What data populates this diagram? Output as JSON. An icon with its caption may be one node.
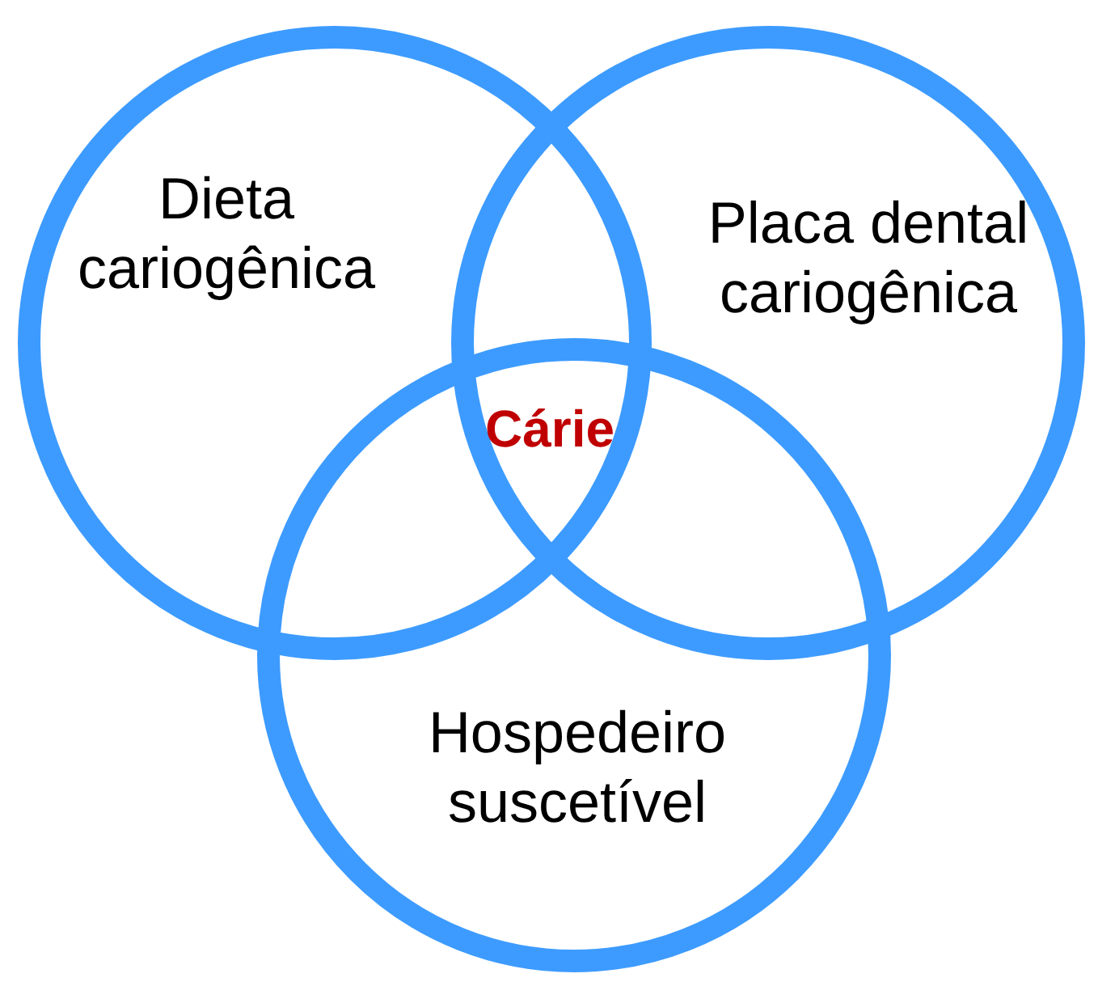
{
  "diagram": {
    "nodes": [
      {
        "text": [
          "Dieta cariogênica"
        ]
      },
      {
        "text": [
          "Placa dental cariogênica"
        ]
      },
      {
        "text": [
          "Hospedeiro suscetível"
        ]
      }
    ],
    "labels": [
      "Cárie"
    ]
  }
}
